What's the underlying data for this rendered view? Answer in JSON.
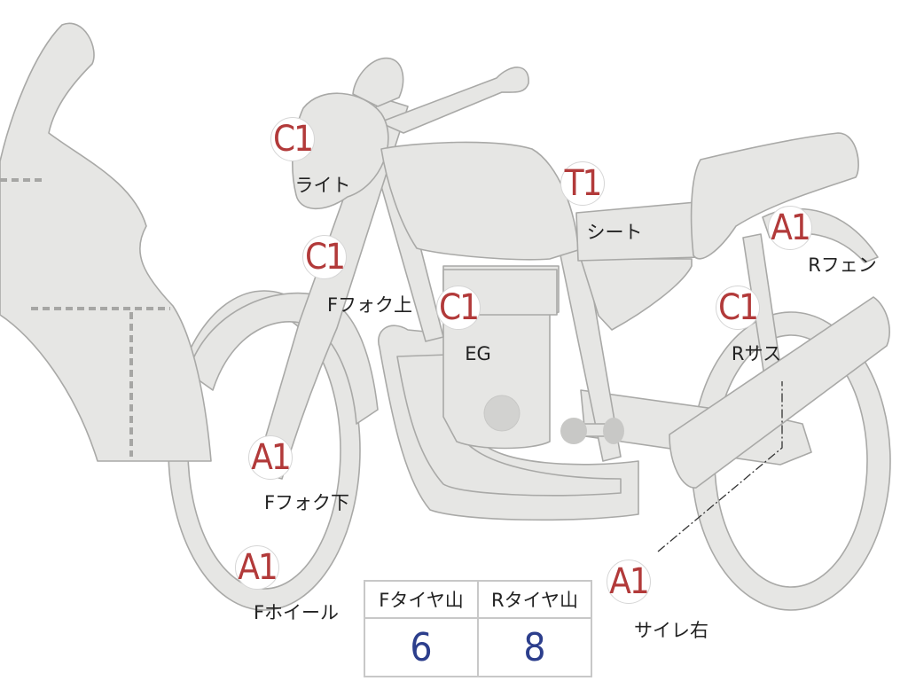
{
  "inspection_points": [
    {
      "id": "light",
      "grade": "C1",
      "label": "ライト"
    },
    {
      "id": "fork-upper",
      "grade": "C1",
      "label": "Fフォク上"
    },
    {
      "id": "engine",
      "grade": "C1",
      "label": "EG"
    },
    {
      "id": "seat",
      "grade": "T1",
      "label": "シート"
    },
    {
      "id": "rear-fender",
      "grade": "A1",
      "label": "Rフェン"
    },
    {
      "id": "rear-shock",
      "grade": "C1",
      "label": "Rサス"
    },
    {
      "id": "fork-lower",
      "grade": "A1",
      "label": "Fフォク下"
    },
    {
      "id": "front-wheel",
      "grade": "A1",
      "label": "Fホイール"
    },
    {
      "id": "muffler-right",
      "grade": "A1",
      "label": "サイレ右"
    }
  ],
  "tire_tread": {
    "front_label": "Fタイヤ山",
    "rear_label": "Rタイヤ山",
    "front_value": "6",
    "rear_value": "8"
  }
}
